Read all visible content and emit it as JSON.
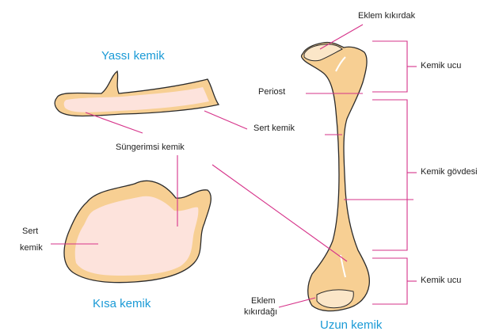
{
  "titles": {
    "flat": "Yassı kemik",
    "short": "Kısa kemik",
    "long": "Uzun kemik"
  },
  "labels": {
    "articular_cartilage_top": "Eklem kıkırdak",
    "periosteum": "Periost",
    "compact_bone": "Sert kemik",
    "spongy_bone": "Süngerimsi kemik",
    "compact_bone_short_line1": "Sert",
    "compact_bone_short_line2": "kemik",
    "articular_cartilage_bottom_line1": "Eklem",
    "articular_cartilage_bottom_line2": "kıkırdağı",
    "bone_end_top": "Kemik ucu",
    "bone_shaft": "Kemik gövdesi",
    "bone_end_bottom": "Kemik ucu"
  },
  "colors": {
    "title": "#1a9ad6",
    "leader": "#d6338a",
    "bone_fill": "#f7cf93",
    "spongy_fill": "#fde3dc",
    "outline": "#2b2b2b"
  }
}
